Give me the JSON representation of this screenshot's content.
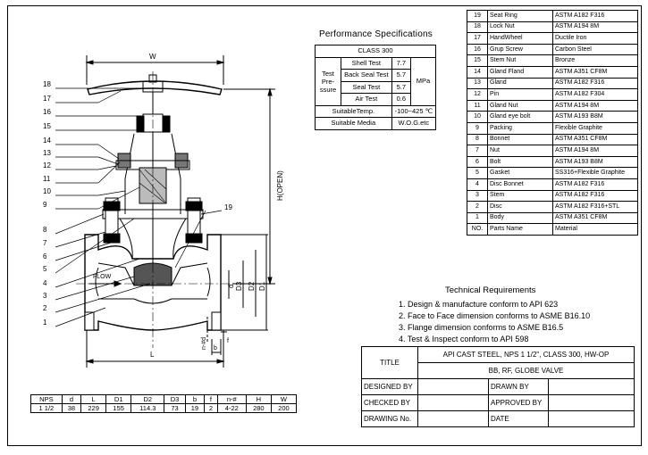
{
  "parts": [
    {
      "no": "19",
      "name": "Seat Ring",
      "material": "ASTM A182 F316"
    },
    {
      "no": "18",
      "name": "Lock Nut",
      "material": "ASTM A194 8M"
    },
    {
      "no": "17",
      "name": "HandWheel",
      "material": "Ductile Iron"
    },
    {
      "no": "16",
      "name": "Grup Screw",
      "material": "Carbon Steel"
    },
    {
      "no": "15",
      "name": "Stem Nut",
      "material": "Bronze"
    },
    {
      "no": "14",
      "name": "Gland Fland",
      "material": "ASTM A351 CF8M"
    },
    {
      "no": "13",
      "name": "Gland",
      "material": "ASTM A182 F316"
    },
    {
      "no": "12",
      "name": "Pin",
      "material": "ASTM A182 F304"
    },
    {
      "no": "11",
      "name": "Gland Nut",
      "material": "ASTM A194 8M"
    },
    {
      "no": "10",
      "name": "Gland eye bolt",
      "material": "ASTM A193 B8M"
    },
    {
      "no": "9",
      "name": "Packing",
      "material": "Flexible Graphite"
    },
    {
      "no": "8",
      "name": "Bonnet",
      "material": "ASTM A351 CF8M"
    },
    {
      "no": "7",
      "name": "Nut",
      "material": "ASTM A194 8M"
    },
    {
      "no": "6",
      "name": "Bolt",
      "material": "ASTM A193 B8M"
    },
    {
      "no": "5",
      "name": "Gasket",
      "material": "SS316+Flexible Graphite"
    },
    {
      "no": "4",
      "name": "Disc Bonnet",
      "material": "ASTM A182 F316"
    },
    {
      "no": "3",
      "name": "Stem",
      "material": "ASTM A182 F316"
    },
    {
      "no": "2",
      "name": "Disc",
      "material": "ASTM A182 F316+STL"
    },
    {
      "no": "1",
      "name": "Body",
      "material": "ASTM A351 CF8M"
    }
  ],
  "parts_header": {
    "no": "NO.",
    "name": "Parts Name",
    "material": "Material"
  },
  "performance": {
    "title": "Performance Specifications",
    "class": "CLASS 300",
    "test_label_1": "Test",
    "test_label_2": "Pre-",
    "test_label_3": "ssure",
    "shell": "Shell Test",
    "shell_val": "7.7",
    "back": "Back Seal Test",
    "back_val": "5.7",
    "seal": "Seal Test",
    "seal_val": "5.7",
    "air": "Air Test",
    "air_val": "0.6",
    "unit": "MPa",
    "temp_label": "SuitableTemp.",
    "temp_val": "-100~425 ℃",
    "media_label": "Suitable Media",
    "media_val": "W.O.G.etc"
  },
  "tech": {
    "title": "Technical Requirements",
    "items": [
      "1. Design & manufacture conform to API 623",
      "2. Face to Face dimension conforms to ASME B16.10",
      "3. Flange dimension conforms to ASME B16.5",
      "4. Test & Inspect conform to API 598"
    ]
  },
  "titleblock": {
    "title_label": "TITLE",
    "title_line1": "API CAST STEEL, NPS 1 1/2\", CLASS 300, HW-OP",
    "title_line2": "BB, RF, GLOBE VALVE",
    "designed": "DESIGNED BY",
    "drawn": "DRAWN BY",
    "checked": "CHECKED  BY",
    "approved": "APPROVED BY",
    "drawing": "DRAWING No.",
    "date": "DATE"
  },
  "dims": {
    "headers": [
      "NPS",
      "d",
      "L",
      "D1",
      "D2",
      "D3",
      "b",
      "f",
      "n-#",
      "H",
      "W"
    ],
    "values": [
      "1 1/2",
      "38",
      "229",
      "155",
      "114.3",
      "73",
      "19",
      "2",
      "4-22",
      "280",
      "200"
    ]
  },
  "drawing": {
    "callouts": [
      "18",
      "17",
      "16",
      "15",
      "14",
      "13",
      "12",
      "11",
      "10",
      "9",
      "8",
      "7",
      "6",
      "5",
      "4",
      "3",
      "2",
      "1"
    ],
    "callout_19": "19",
    "W": "W",
    "L": "L",
    "H": "H(OPEN)",
    "flow": "FLOW",
    "d": "d",
    "D3": "D3",
    "D2": "D2",
    "D1": "D1",
    "b": "b",
    "f": "f",
    "n": "n-#d"
  }
}
